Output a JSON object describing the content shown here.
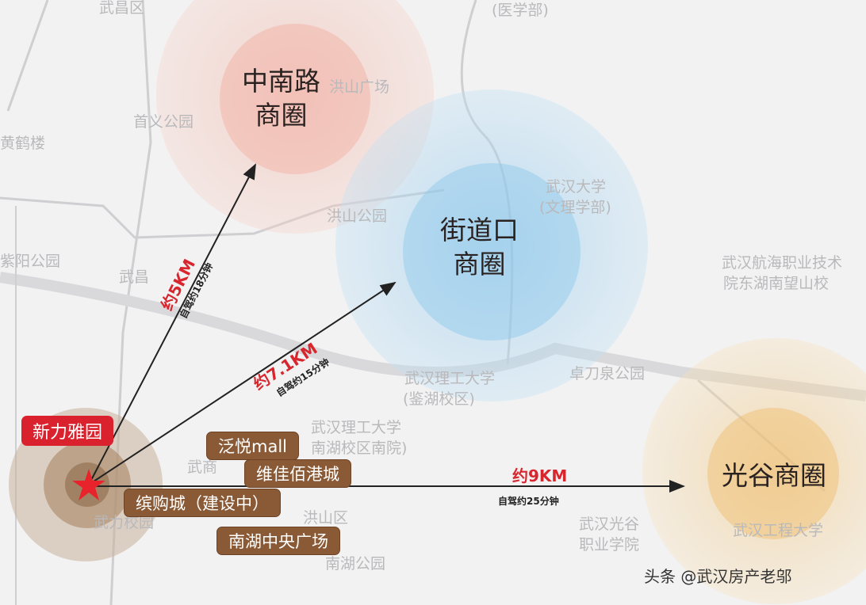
{
  "project": {
    "name": "新力雅园",
    "marker_color": "#e8232b"
  },
  "zones": [
    {
      "name": "中南路\n商圈",
      "color": "#f3b8a6"
    },
    {
      "name": "街道口\n商圈",
      "color": "#9fd0ee"
    },
    {
      "name": "光谷商圈",
      "color": "#f3cf8e"
    }
  ],
  "routes": [
    {
      "distance": "约5KM",
      "drive": "自驾约18分钟"
    },
    {
      "distance": "约7.1KM",
      "drive": "自驾约15分钟"
    },
    {
      "distance": "约9KM",
      "drive": "自驾约25分钟"
    }
  ],
  "nearby_malls": [
    "泛悦mall",
    "维佳佰港城",
    "缤购城（建设中）",
    "南湖中央广场"
  ],
  "map_labels": [
    "武昌区",
    "(医学部)",
    "洪山广场",
    "首义公园",
    "黄鹤楼",
    "洪山公园",
    "武汉大学",
    "(文理学部)",
    "紫阳公园",
    "武昌",
    "武汉航海职业技术",
    "院东湖南望山校",
    "卓刀泉公园",
    "武汉理工大学",
    "(鉴湖校区)",
    "武汉理工大学",
    "南湖校区南院)",
    "武商",
    "洪山区",
    "武力校园",
    "南湖公园",
    "武汉光谷",
    "职业学院",
    "武汉工程大学"
  ],
  "watermark": "头条 @武汉房产老邬"
}
